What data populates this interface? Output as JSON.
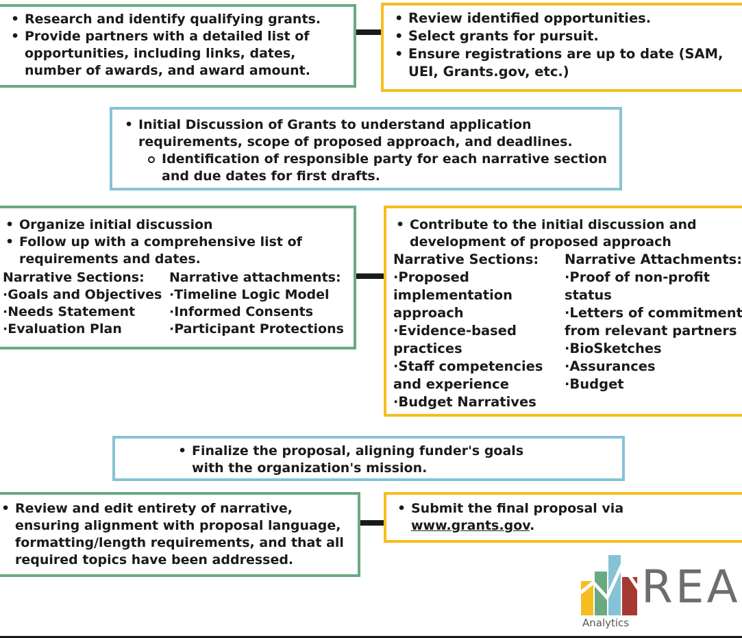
{
  "box1": {
    "items": [
      "Research and identify qualifying grants.",
      "Provide partners with a detailed list of opportunities, including links, dates, number of awards, and award amount."
    ]
  },
  "box2": {
    "items": [
      "Review identified opportunities.",
      "Select grants for pursuit.",
      "Ensure registrations are up to date (SAM, UEI, Grants.gov, etc.)"
    ]
  },
  "box3": {
    "item": "Initial Discussion of Grants to understand application requirements, scope of proposed approach, and deadlines.",
    "subitem": "Identification of responsible party for each narrative section and due dates for first drafts."
  },
  "box4": {
    "items": [
      "Organize initial discussion",
      "Follow up with a comprehensive list of requirements and dates."
    ],
    "col1_header": "Narrative Sections:",
    "col1": [
      "·Goals and Objectives",
      "·Needs Statement",
      "·Evaluation Plan"
    ],
    "col2_header": "Narrative attachments:",
    "col2": [
      "·Timeline Logic Model",
      "·Informed Consents",
      "·Participant Protections"
    ]
  },
  "box5": {
    "item": "Contribute to the initial discussion and development of proposed approach",
    "col1_header": "Narrative Sections:",
    "col1": [
      "·Proposed",
      "implementation",
      "approach",
      "·Evidence-based",
      "practices",
      "·Staff competencies",
      "and experience",
      "·Budget Narratives"
    ],
    "col2_header": "Narrative Attachments:",
    "col2": [
      "·Proof of non-profit",
      "status",
      "·Letters of commitment",
      "from relevant partners",
      "·BioSketches",
      "·Assurances",
      "·Budget"
    ]
  },
  "box6": {
    "item": "Finalize the proposal, aligning funder's goals with the organization's mission."
  },
  "box7": {
    "item": "Review and edit entirety of narrative, ensuring alignment with proposal language, formatting/length requirements, and that all required topics have been addressed."
  },
  "box8": {
    "item_prefix": "Submit the final proposal via",
    "link": "www.grants.gov",
    "item_suffix": "."
  },
  "logo": {
    "text": "REA",
    "subtext": "Analytics",
    "colors": [
      "#f5bd1f",
      "#6aa982",
      "#86c2d6",
      "#a63a32"
    ]
  }
}
